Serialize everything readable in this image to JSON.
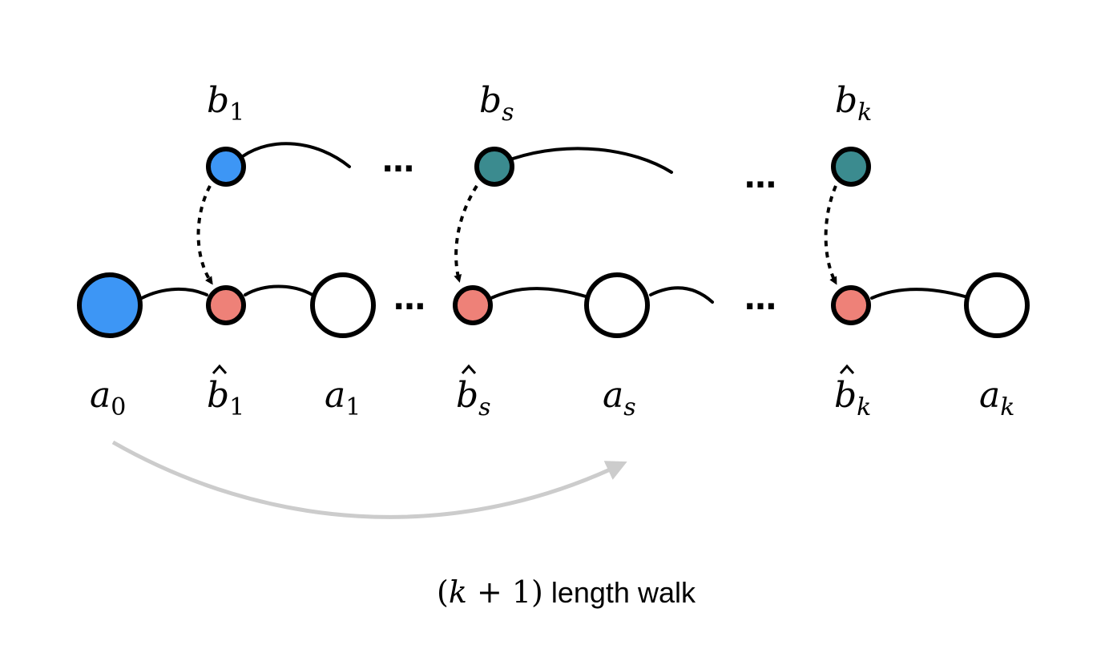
{
  "colors": {
    "start": "#3d96f5",
    "b_node": "#3b8b8f",
    "bhat_node": "#ee8178",
    "a_node": "#ffffff",
    "walk_arrow": "#cccccc"
  },
  "labels": {
    "b1": {
      "base": "b",
      "sub": "1"
    },
    "bs": {
      "base": "b",
      "sub": "s"
    },
    "bk": {
      "base": "b",
      "sub": "k"
    },
    "a0": {
      "base": "a",
      "sub": "0"
    },
    "bh1": {
      "base": "b",
      "sub": "1"
    },
    "a1": {
      "base": "a",
      "sub": "1"
    },
    "bhs": {
      "base": "b",
      "sub": "s"
    },
    "as": {
      "base": "a",
      "sub": "s"
    },
    "bhk": {
      "base": "b",
      "sub": "k"
    },
    "ak": {
      "base": "a",
      "sub": "k"
    }
  },
  "ellipsis": "…",
  "caption": {
    "math_open": "(",
    "math_k": "k",
    "math_plus": " + 1)",
    "text": " length walk"
  }
}
